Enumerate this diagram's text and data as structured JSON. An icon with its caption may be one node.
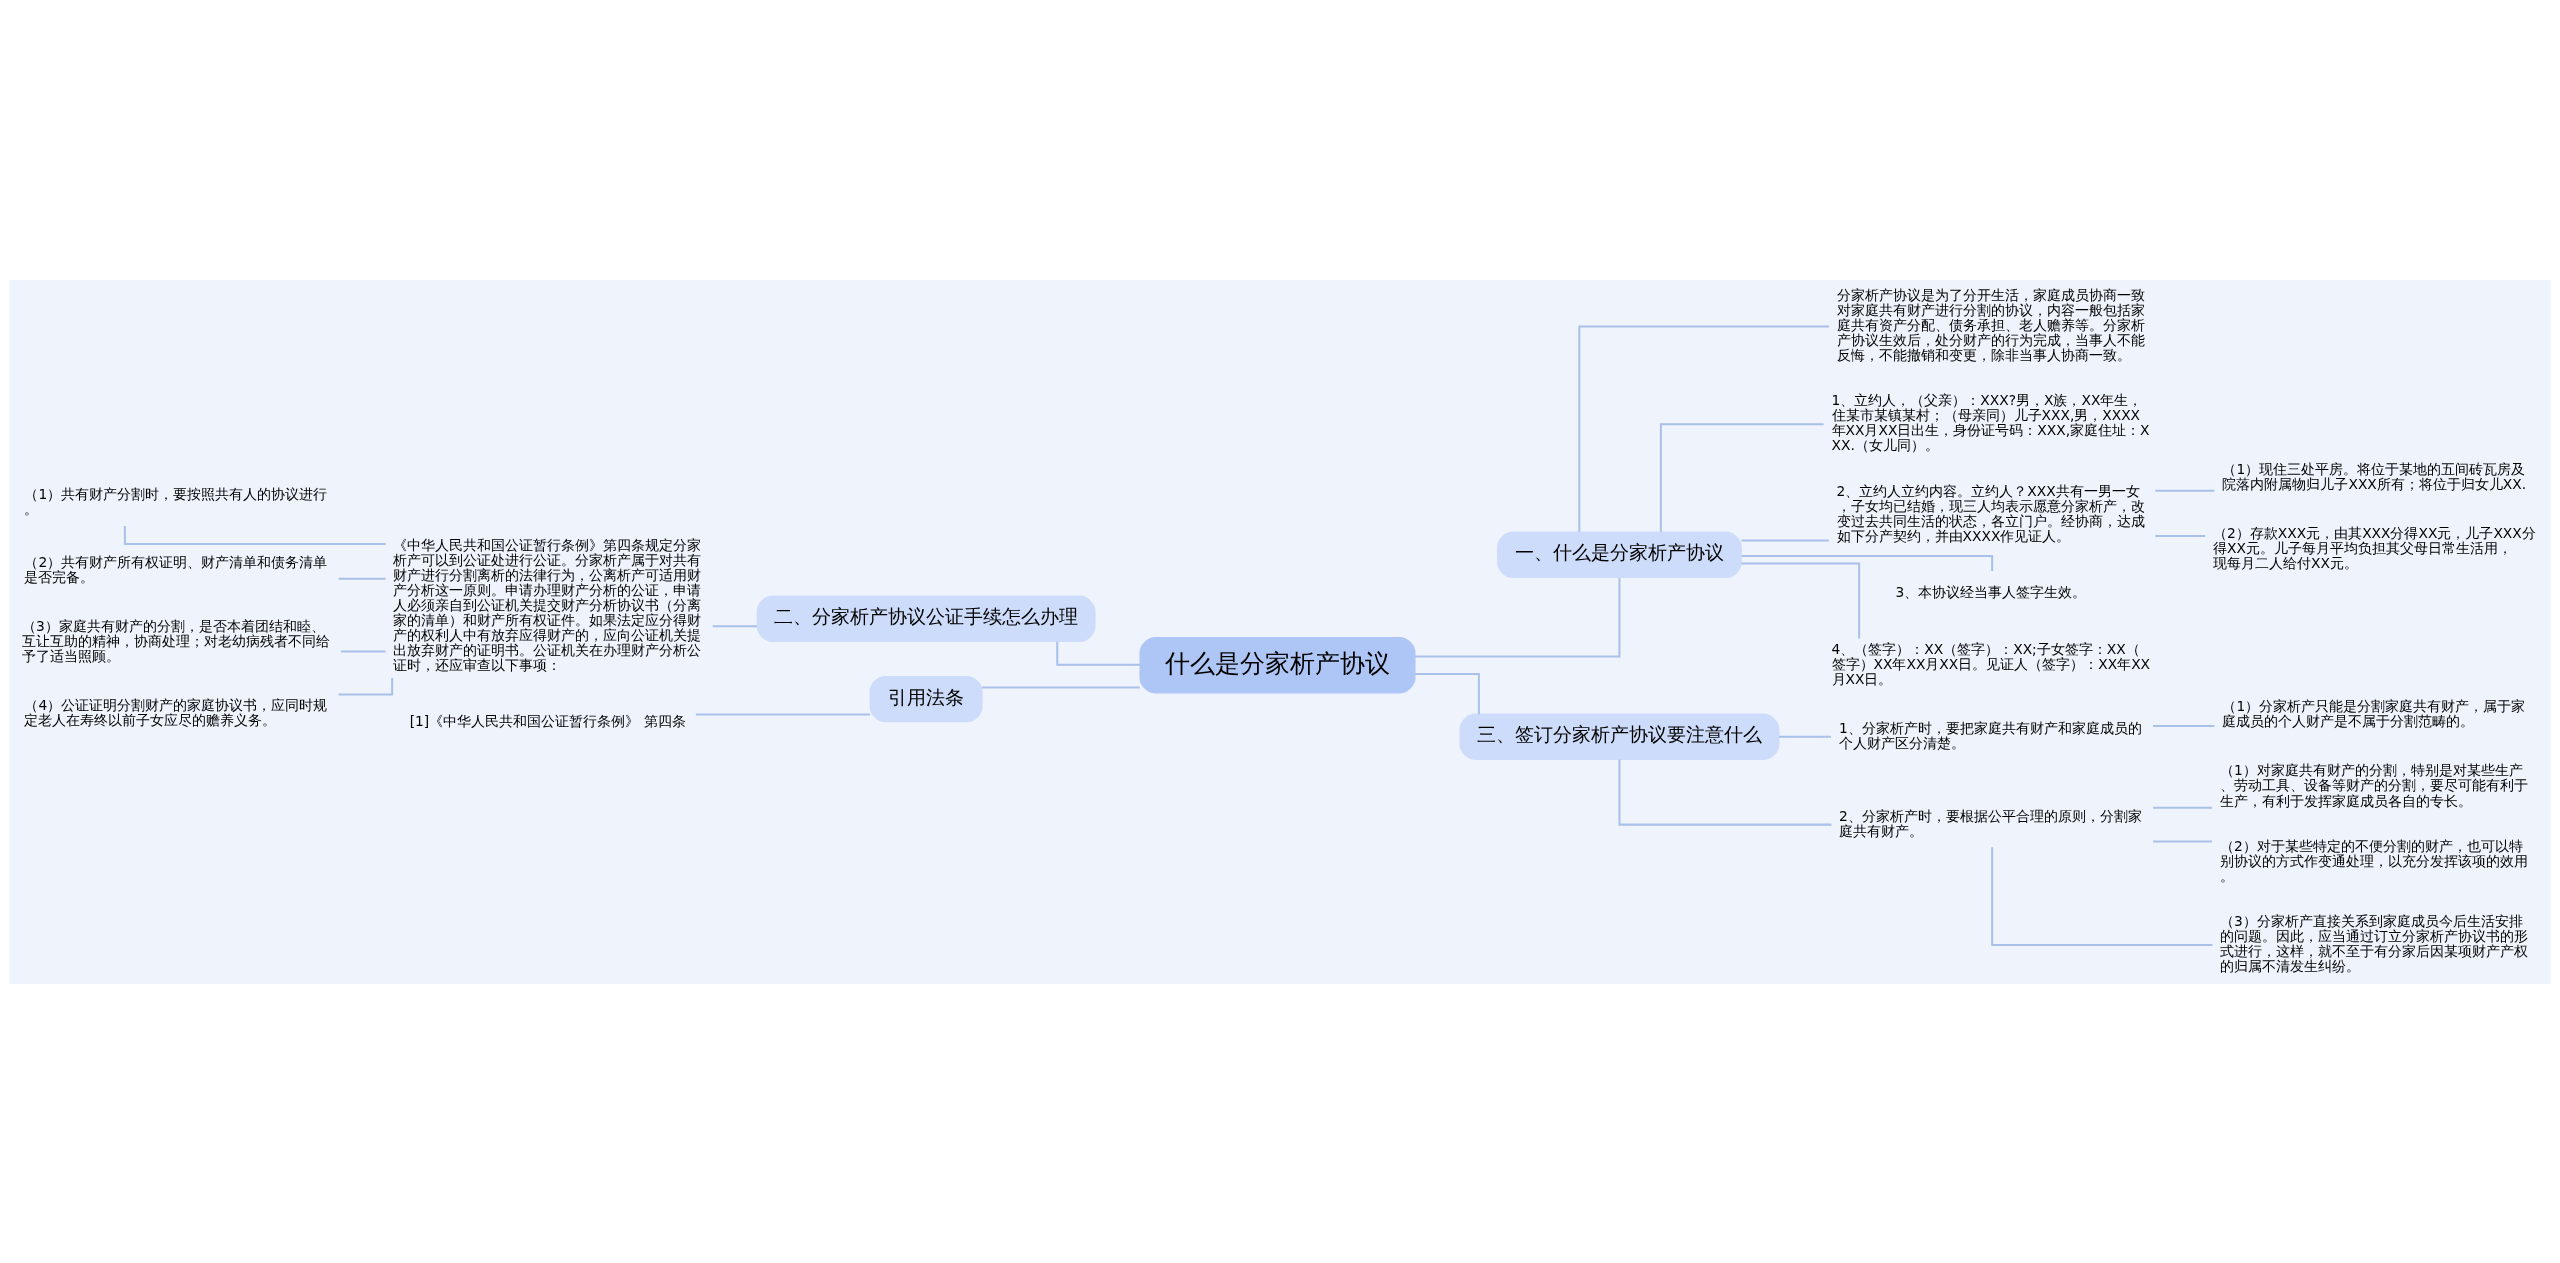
{
  "diagram": {
    "nodes": [
      {
        "text": [
          "什么是分家析产协议"
        ]
      },
      {
        "text": [
          "一、什么是分家析产协议"
        ]
      },
      {
        "text": [
          "分家析产协议是为了分开生活，家庭成员协商一致对家庭共有财产进行分割的协议，内容一般包括家庭共有资产分配、债务承担、老人赡养等。分家析产协议生效后，处分财产的行为完成，当事人不能反悔，不能撤销和变更，除非当事人协商一致。"
        ]
      },
      {
        "text": [
          "1、立约人，（父亲）：XXX?男，X族，XX年生，住某市某镇某村；（母亲同）儿子XXX,男，XXXX年XX月XX日出生，身份证号码：XXX,家庭住址：XXX.（女儿同）。"
        ]
      },
      {
        "text": [
          "2、立约人立约内容。立约人？XXX共有一男一女，子女均已结婚，现三人均表示愿意分家析产，改变过去共同生活的状态，各立门户。经协商，达成如下分产契约，并由XXXX作见证人。"
        ]
      },
      {
        "text": [
          "（1）现住三处平房。将位于某地的五间砖瓦房及院落内附属物归儿子XXX所有；将位于归女儿XX."
        ]
      },
      {
        "text": [
          "（2）存款XXX元，由其XXX分得XX元，儿子XXX分得XX元。儿子每月平均负担其父母日常生活用，现每月二人给付XX元。"
        ]
      },
      {
        "text": [
          "3、本协议经当事人签字生效。"
        ]
      },
      {
        "text": [
          "4、（签字）：XX（签字）：XX;子女签字：XX（签字）XX年XX月XX日。见证人（签字）：XX年XX月XX日。"
        ]
      },
      {
        "text": [
          "二、分家析产协议公证手续怎么办理"
        ]
      },
      {
        "text": [
          "《中华人民共和国公证暂行条例》第四条规定分家析产可以到公证处进行公证。分家析产属于对共有财产进行分割离析的法律行为，公离析产可适用财产分析这一原则。申请办理财产分析的公证，申请人必须亲自到公证机关提交财产分析协议书（分离家的清单）和财产所有权证件。如果法定应分得财产的权利人中有放弃应得财产的，应向公证机关提出放弃财产的证明书。公证机关在办理财产分析公证时，还应审查以下事项："
        ]
      },
      {
        "text": [
          "（1）共有财产分割时，要按照共有人的协议进行。"
        ]
      },
      {
        "text": [
          "（2）共有财产所有权证明、财产清单和债务清单是否完备。"
        ]
      },
      {
        "text": [
          "（3）家庭共有财产的分割，是否本着团结和睦、互让互助的精神，协商处理；对老幼病残者不同给予了适当照顾。"
        ]
      },
      {
        "text": [
          "（4）公证证明分割财产的家庭协议书，应同时规定老人在寿终以前子女应尽的赡养义务。"
        ]
      },
      {
        "text": [
          "引用法条"
        ]
      },
      {
        "text": [
          "[1]《中华人民共和国公证暂行条例》 第四条"
        ]
      },
      {
        "text": [
          "三、签订分家析产协议要注意什么"
        ]
      },
      {
        "text": [
          "1、分家析产时，要把家庭共有财产和家庭成员的个人财产区分清楚。"
        ]
      },
      {
        "text": [
          "（1）分家析产只能是分割家庭共有财产，属于家庭成员的个人财产是不属于分割范畴的。"
        ]
      },
      {
        "text": [
          "2、分家析产时，要根据公平合理的原则，分割家庭共有财产。"
        ]
      },
      {
        "text": [
          "（1）对家庭共有财产的分割，特别是对某些生产、劳动工具、设备等财产的分割，要尽可能有利于生产，有利于发挥家庭成员各自的专长。"
        ]
      },
      {
        "text": [
          "（2）对于某些特定的不便分割的财产，也可以特别协议的方式作变通处理，以充分发挥该项的效用。"
        ]
      },
      {
        "text": [
          "（3）分家析产直接关系到家庭成员今后生活安排的问题。因此，应当通过订立分家析产协议书的形式进行，这样，就不至于有分家后因某项财产产权的归属不清发生纠纷。"
        ]
      }
    ],
    "edges": [
      {
        "from": 0,
        "to": 1,
        "arrow": "none"
      },
      {
        "from": 1,
        "to": 2,
        "arrow": "none"
      },
      {
        "from": 1,
        "to": 3,
        "arrow": "none"
      },
      {
        "from": 1,
        "to": 4,
        "arrow": "none"
      },
      {
        "from": 4,
        "to": 5,
        "arrow": "none"
      },
      {
        "from": 4,
        "to": 6,
        "arrow": "none"
      },
      {
        "from": 1,
        "to": 7,
        "arrow": "none"
      },
      {
        "from": 1,
        "to": 8,
        "arrow": "none"
      },
      {
        "from": 0,
        "to": 9,
        "arrow": "none"
      },
      {
        "from": 9,
        "to": 10,
        "arrow": "none"
      },
      {
        "from": 10,
        "to": 11,
        "arrow": "none"
      },
      {
        "from": 10,
        "to": 12,
        "arrow": "none"
      },
      {
        "from": 10,
        "to": 13,
        "arrow": "none"
      },
      {
        "from": 10,
        "to": 14,
        "arrow": "none"
      },
      {
        "from": 0,
        "to": 15,
        "arrow": "none"
      },
      {
        "from": 15,
        "to": 16,
        "arrow": "none"
      },
      {
        "from": 0,
        "to": 17,
        "arrow": "none"
      },
      {
        "from": 17,
        "to": 18,
        "arrow": "none"
      },
      {
        "from": 18,
        "to": 19,
        "arrow": "none"
      },
      {
        "from": 17,
        "to": 20,
        "arrow": "none"
      },
      {
        "from": 20,
        "to": 21,
        "arrow": "none"
      },
      {
        "from": 20,
        "to": 22,
        "arrow": "none"
      },
      {
        "from": 20,
        "to": 23,
        "arrow": "none"
      }
    ]
  }
}
